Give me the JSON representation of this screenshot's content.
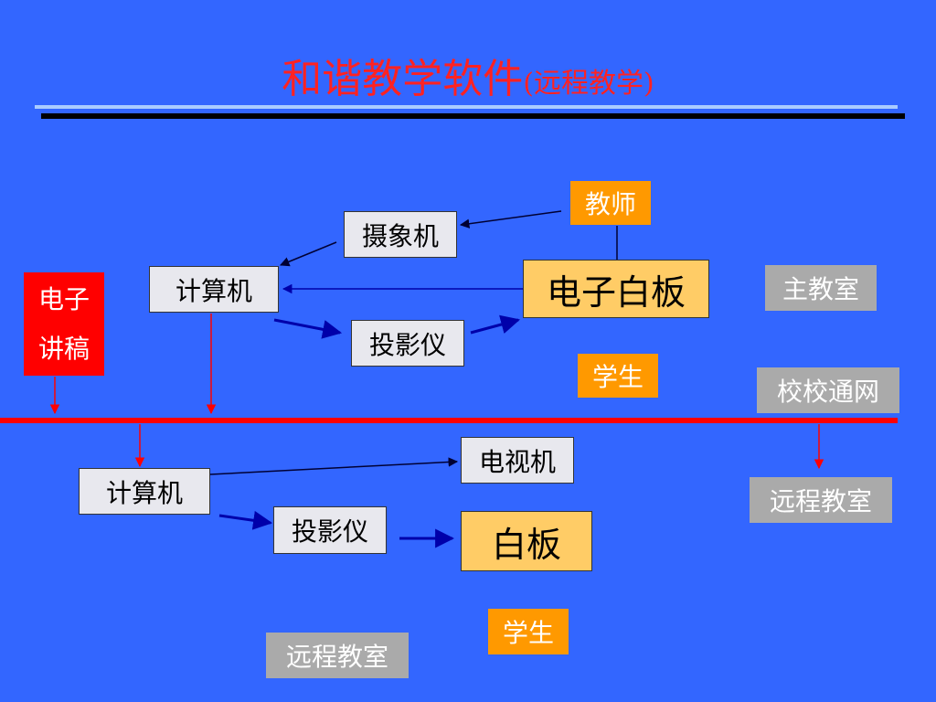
{
  "title": {
    "main": "和谐教学软件",
    "sub": "(远程教学)"
  },
  "colors": {
    "background": "#3366ff",
    "title": "#ff2222",
    "divider": "#ff0000",
    "arrow": "#0000aa",
    "accent": "#ff9900"
  },
  "main_room": {
    "teacher": "教师",
    "camera": "摄象机",
    "computer": "计算机",
    "whiteboard": "电子白板",
    "projector": "投影仪",
    "student": "学生",
    "label": "主教室"
  },
  "lecture": {
    "line1": "电子",
    "line2": "讲稿"
  },
  "network": "校校通网",
  "remote_room": {
    "computer": "计算机",
    "tv": "电视机",
    "projector": "投影仪",
    "board": "白板",
    "student": "学生",
    "label_right": "远程教室",
    "label_bottom": "远程教室"
  }
}
